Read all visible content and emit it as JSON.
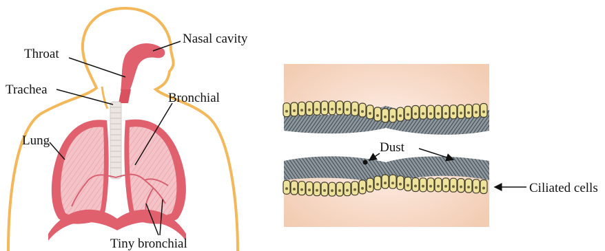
{
  "left_diagram": {
    "labels": {
      "nasal_cavity": "Nasal cavity",
      "throat": "Throat",
      "trachea": "Trachea",
      "bronchial": "Bronchial",
      "lung": "Lung",
      "tiny_bronchial": "Tiny bronchial"
    }
  },
  "right_diagram": {
    "labels": {
      "dust": "Dust",
      "ciliated_cells": "Ciliated cells"
    }
  },
  "colors": {
    "body_outline": "#f4b85a",
    "lung_red": "#e0606d",
    "lung_light": "#f3b7bd",
    "trachea": "#e9e3e0",
    "tissue_bg": "#f6d9c2",
    "cell_fill": "#efe29a",
    "cilia": "#5d6a73"
  }
}
